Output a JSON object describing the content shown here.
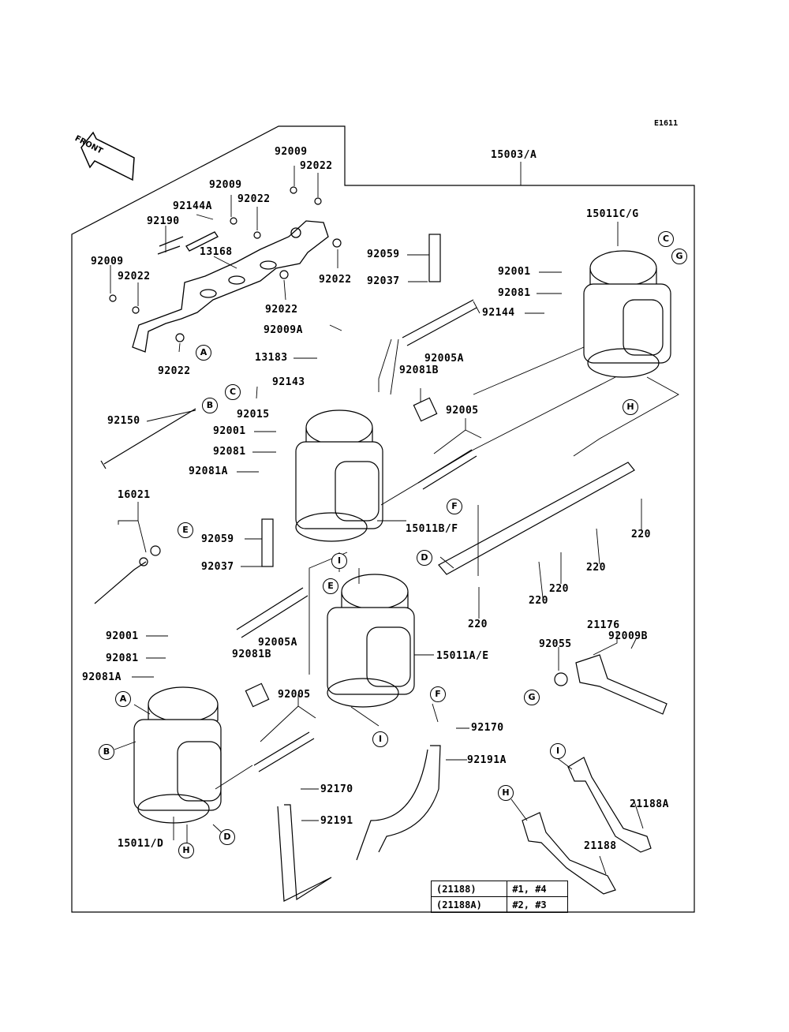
{
  "diagram_code": "E1611",
  "front_label": "FRONT",
  "labels": {
    "l15003A": "15003/A",
    "l15011CG": "15011C/G",
    "l15011BF": "15011B/F",
    "l15011AE": "15011A/E",
    "l15011D": "15011/D",
    "l92009_a": "92009",
    "l92022_a": "92022",
    "l92009_b": "92009",
    "l92022_b": "92022",
    "l92144A": "92144A",
    "l92190": "92190",
    "l13168": "13168",
    "l92009_c": "92009",
    "l92022_c": "92022",
    "l92022_d": "92022",
    "l92022_e": "92022",
    "l92022_f": "92022",
    "l92059_a": "92059",
    "l92037_a": "92037",
    "l92001_a": "92001",
    "l92081_a": "92081",
    "l92144": "92144",
    "l92009A": "92009A",
    "l13183": "13183",
    "l92005A_a": "92005A",
    "l92143": "92143",
    "l92081B_a": "92081B",
    "l92015": "92015",
    "l92150": "92150",
    "l92001_b": "92001",
    "l92005_a": "92005",
    "l92081_b": "92081",
    "l92081A_a": "92081A",
    "l16021": "16021",
    "l220_a": "220",
    "l220_b": "220",
    "l220_c": "220",
    "l220_d": "220",
    "l220_e": "220",
    "l92059_b": "92059",
    "l92037_b": "92037",
    "l92005A_b": "92005A",
    "l92001_c": "92001",
    "l92081_c": "92081",
    "l92081B_b": "92081B",
    "l92081A_b": "92081A",
    "l92005_b": "92005",
    "l21176": "21176",
    "l92009B": "92009B",
    "l92055": "92055",
    "l92170_a": "92170",
    "l92191A": "92191A",
    "l92170_b": "92170",
    "l92191": "92191",
    "l21188A": "21188A",
    "l21188": "21188"
  },
  "callout_letters": {
    "A1": "A",
    "B1": "B",
    "C1": "C",
    "C2": "C",
    "G1": "G",
    "H1": "H",
    "E1": "E",
    "F1": "F",
    "I1": "I",
    "E2": "E",
    "D1": "D",
    "I2": "I",
    "A2": "A",
    "B2": "B",
    "H2": "H",
    "D2": "D",
    "F2": "F",
    "G2": "G",
    "I3": "I",
    "H3": "H"
  },
  "legend": [
    {
      "part": "(21188)",
      "cyl": "#1, #4"
    },
    {
      "part": "(21188A)",
      "cyl": "#2, #3"
    }
  ]
}
